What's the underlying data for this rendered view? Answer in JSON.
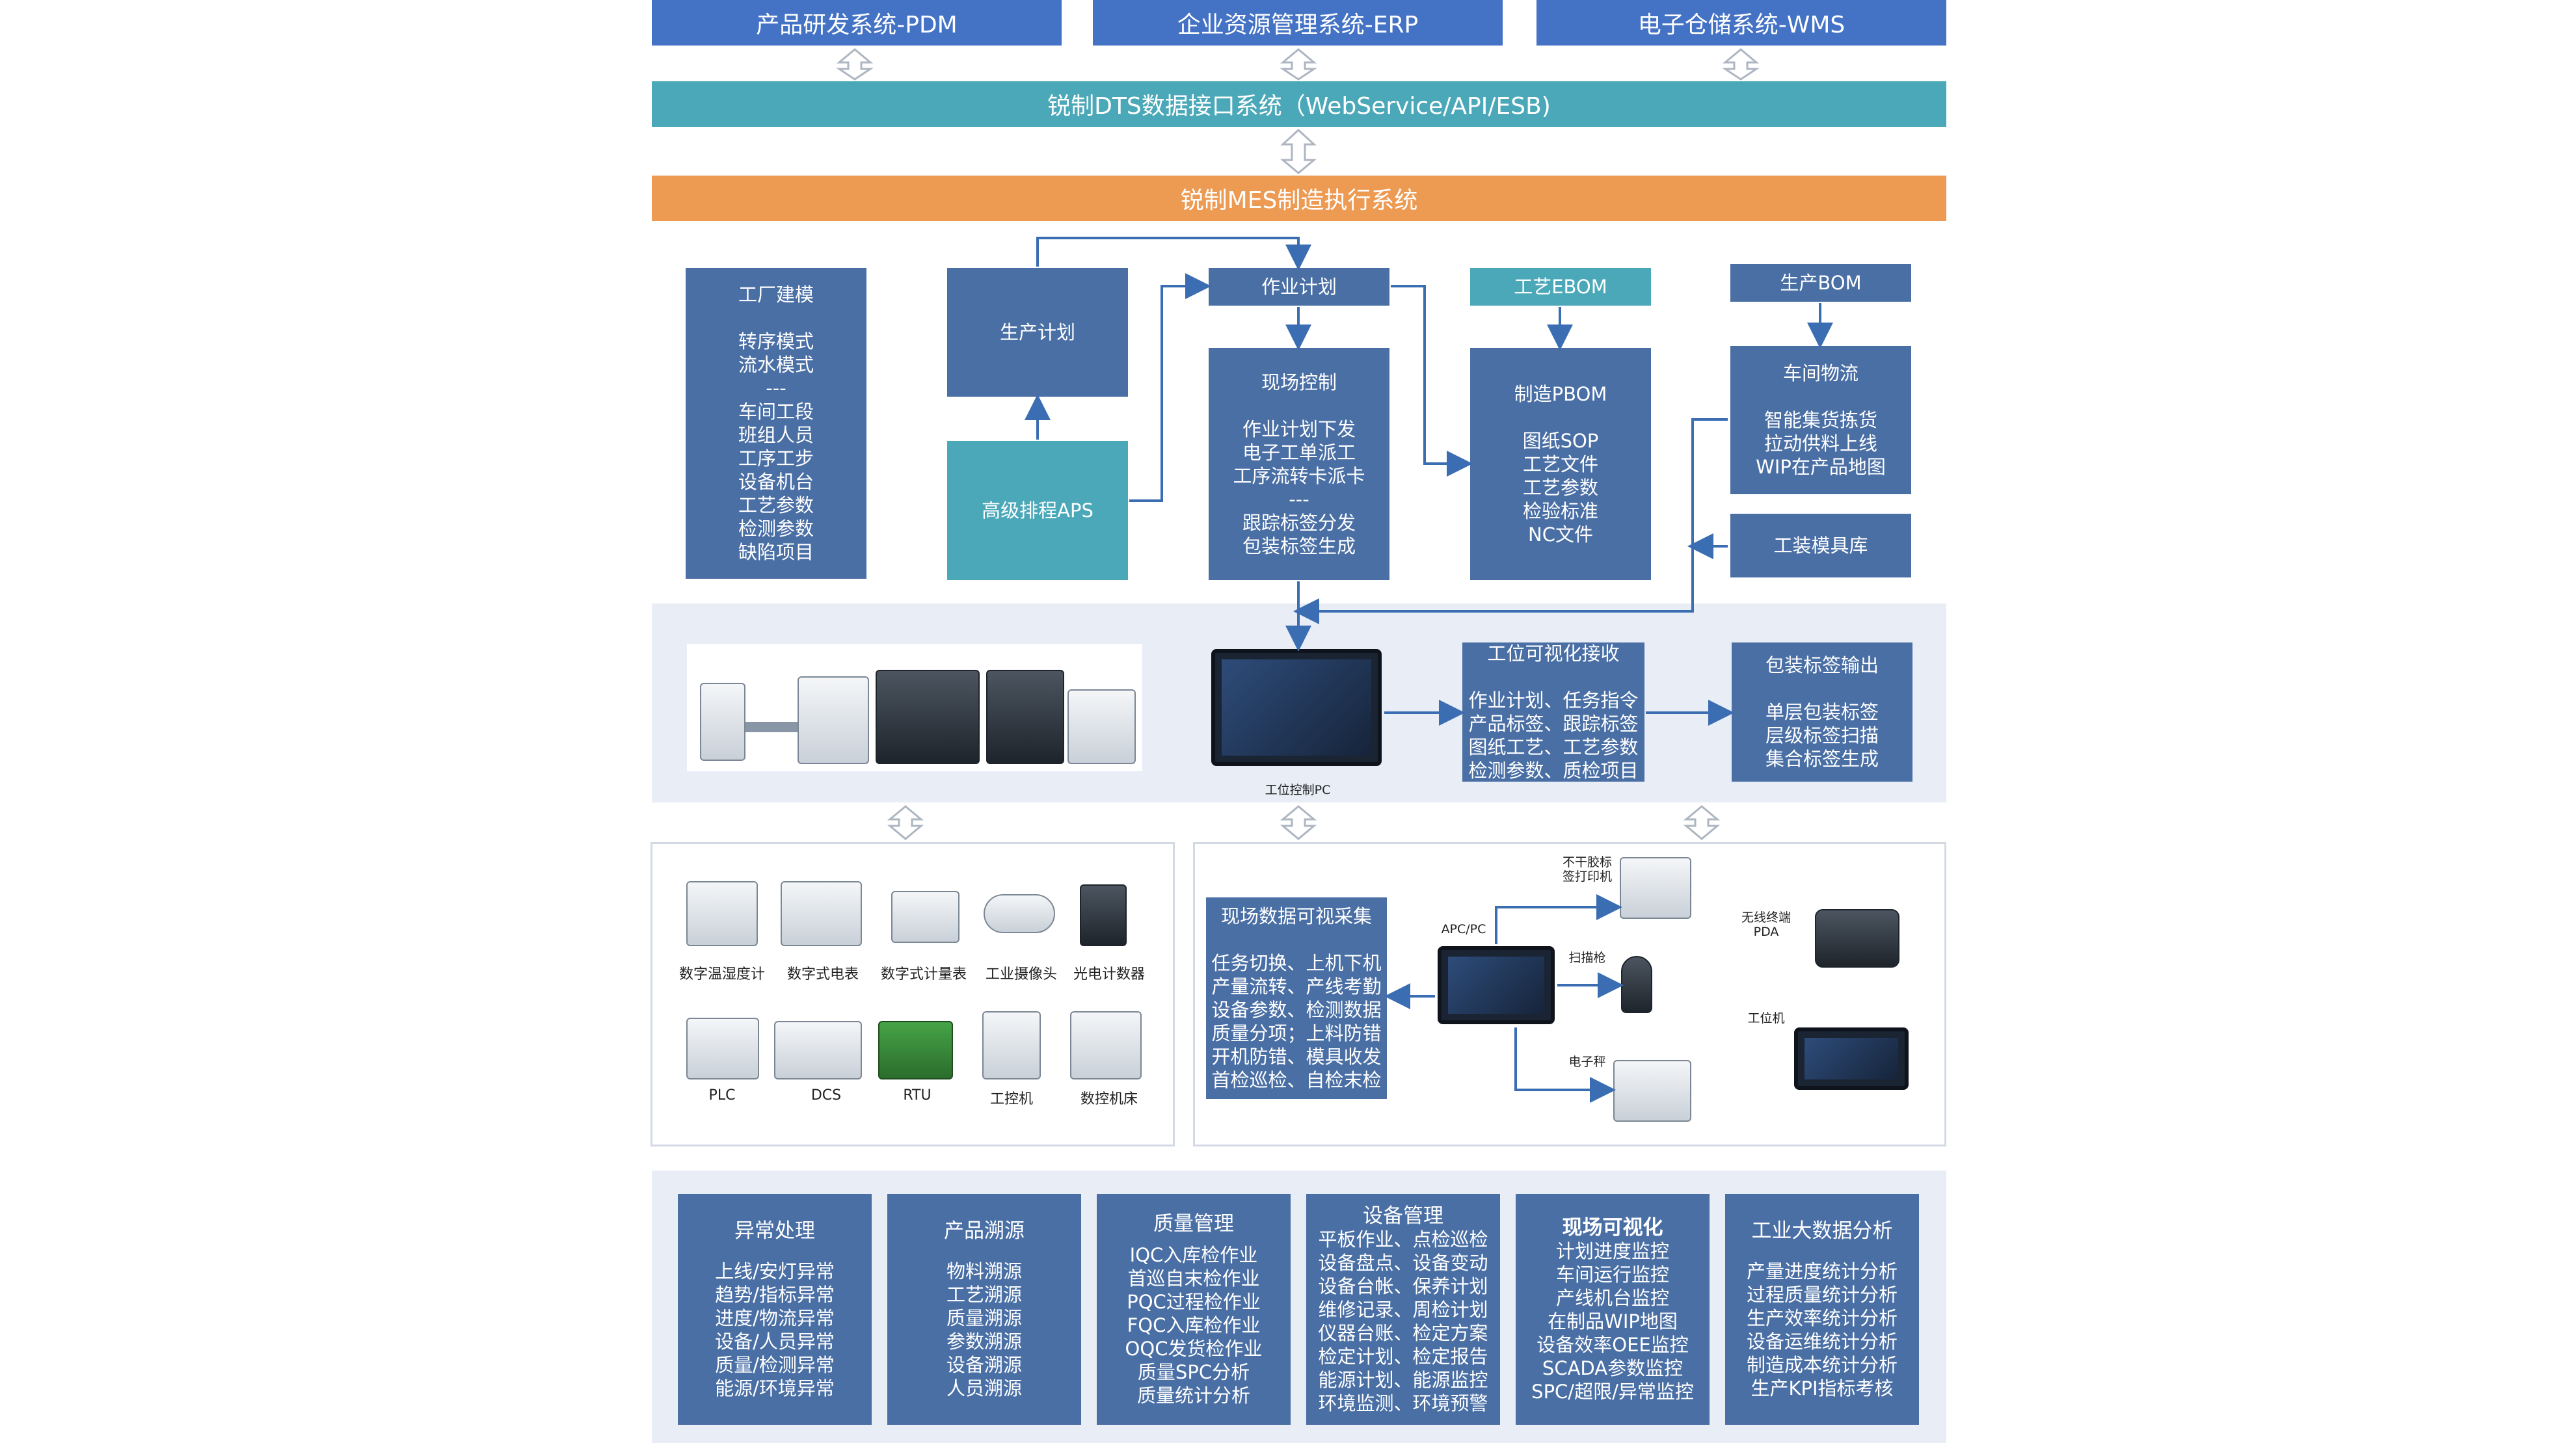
{
  "top_systems": [
    "产品研发系统-PDM",
    "企业资源管理系统-ERP",
    "电子仓储系统-WMS"
  ],
  "dts_band": "锐制DTS数据接口系统（WebService/API/ESB)",
  "mes_band": "锐制MES制造执行系统",
  "modules": {
    "factory_modeling": "工厂建模\n\n转序模式\n流水模式\n---\n车间工段\n班组人员\n工序工步\n设备机台\n工艺参数\n检测参数\n缺陷项目",
    "production_plan": "生产计划",
    "aps": "高级排程APS",
    "work_plan": "作业计划",
    "field_control": "现场控制\n\n作业计划下发\n电子工单派工\n工序流转卡派卡\n---\n跟踪标签分发\n包装标签生成",
    "process_ebom": "工艺EBOM",
    "manufacturing_pbom": "制造PBOM\n\n图纸SOP\n工艺文件\n工艺参数\n检验标准\nNC文件",
    "production_bom": "生产BOM",
    "workshop_logistics": "车间物流\n\n智能集货拣货\n拉动供料上线\nWIP在产品地图",
    "tooling_library": "工装模具库"
  },
  "station": {
    "pc_caption": "工位控制PC",
    "visual_receive": "工位可视化接收\n\n作业计划、任务指令\n产品标签、跟踪标签\n图纸工艺、工艺参数\n检测参数、质检项目",
    "label_output": "包装标签输出\n\n单层包装标签\n层级标签扫描\n集合标签生成"
  },
  "devices_row1": [
    "数字温湿度计",
    "数字式电表",
    "数字式计量表",
    "工业摄像头",
    "光电计数器"
  ],
  "devices_row2": [
    "PLC",
    "DCS",
    "RTU",
    "工控机",
    "数控机床"
  ],
  "collection": {
    "box": "现场数据可视采集\n\n任务切换、上机下机\n产量流转、产线考勤\n设备参数、检测数据\n质量分项；上料防错\n开机防错、模具收发\n首检巡检、自检末检",
    "apc_label": "APC/PC",
    "printer_label": "不干胶标\n签打印机",
    "scanner_label": "扫描枪",
    "scale_label": "电子秤",
    "pda_label": "无线终端\nPDA",
    "terminal_label": "工位机"
  },
  "bottom_modules": [
    {
      "title": "异常处理",
      "body": "上线/安灯异常\n趋势/指标异常\n进度/物流异常\n设备/人员异常\n质量/检测异常\n能源/环境异常"
    },
    {
      "title": "产品溯源",
      "body": "物料溯源\n工艺溯源\n质量溯源\n参数溯源\n设备溯源\n人员溯源"
    },
    {
      "title": "质量管理",
      "body": "IQC入库检作业\n首巡自末检作业\nPQC过程检作业\nFQC入库检作业\nOQC发货检作业\n质量SPC分析\n质量统计分析"
    },
    {
      "title": "设备管理",
      "body": "平板作业、点检巡检\n设备盘点、设备变动\n设备台帐、保养计划\n维修记录、周检计划\n仪器台账、检定方案\n检定计划、检定报告\n能源计划、能源监控\n环境监测、环境预警"
    },
    {
      "title": "现场可视化",
      "body": "计划进度监控\n车间运行监控\n产线机台监控\n在制品WIP地图\n设备效率OEE监控\nSCADA参数监控\nSPC/超限/异常监控"
    },
    {
      "title": "工业大数据分析",
      "body": "产量进度统计分析\n过程质量统计分析\n生产效率统计分析\n设备运维统计分析\n制造成本统计分析\n生产KPI指标考核"
    }
  ],
  "colors": {
    "blue": "#4472c4",
    "module": "#4a6fa5",
    "teal": "#4ba8b8",
    "orange": "#ed9a53",
    "pale": "#e8edf6",
    "arrow": "#3b6db3"
  }
}
